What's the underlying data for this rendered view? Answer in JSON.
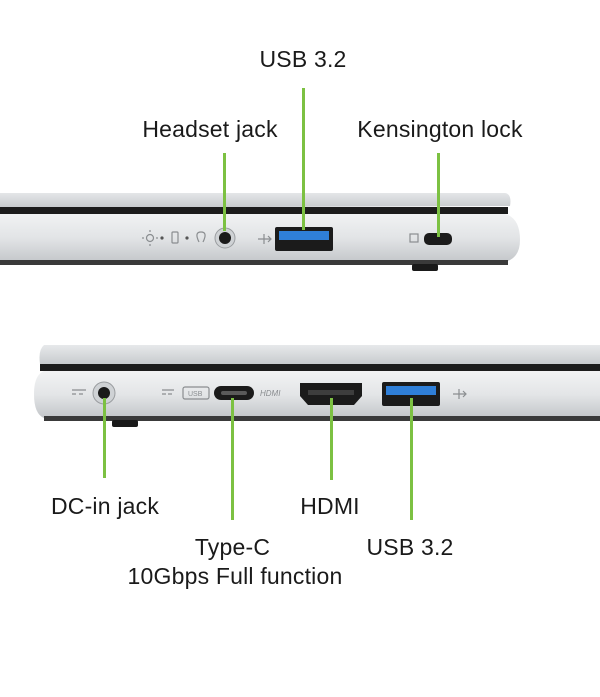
{
  "accent_color": "#7cc142",
  "top_view": {
    "labels": {
      "usb_top": "USB 3.2",
      "headset": "Headset jack",
      "kensington": "Kensington lock"
    }
  },
  "bottom_view": {
    "labels": {
      "dc_in": "DC-in jack",
      "type_c_line1": "Type-C",
      "type_c_line2": "10Gbps Full function",
      "hdmi": "HDMI",
      "usb_bottom": "USB 3.2"
    },
    "port_markings": {
      "hdmi_mark": "HDMI",
      "usbc_mark": "USB"
    }
  }
}
